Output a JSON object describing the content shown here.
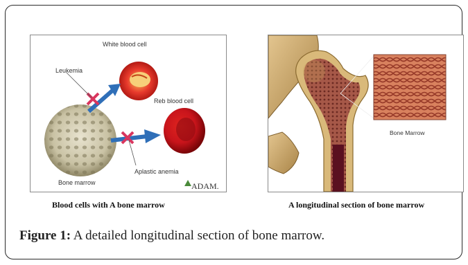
{
  "figure": {
    "label": "Figure 1:",
    "caption_text": " A detailed longitudinal section of bone marrow."
  },
  "left_panel": {
    "labels": {
      "white_blood_cell": "White blood cell",
      "leukemia": "Leukemia",
      "red_blood_cell": "Reb blood cell",
      "aplastic_anemia": "Aplastic anemia",
      "bone_marrow": "Bone marrow",
      "brand": "ADAM."
    },
    "caption": "Blood cells with A bone marrow",
    "colors": {
      "arrow": "#2f6fb8",
      "cross": "#d9365e",
      "red_cell": "#c8141b",
      "white_cell": "#e83a2c"
    }
  },
  "right_panel": {
    "labels": {
      "bone_marrow": "Bone Marrow"
    },
    "caption": "A longitudinal section of bone marrow",
    "colors": {
      "bone": "#c8a66a",
      "marrow": "#9c4a3a",
      "cavity": "#5a1020"
    }
  }
}
